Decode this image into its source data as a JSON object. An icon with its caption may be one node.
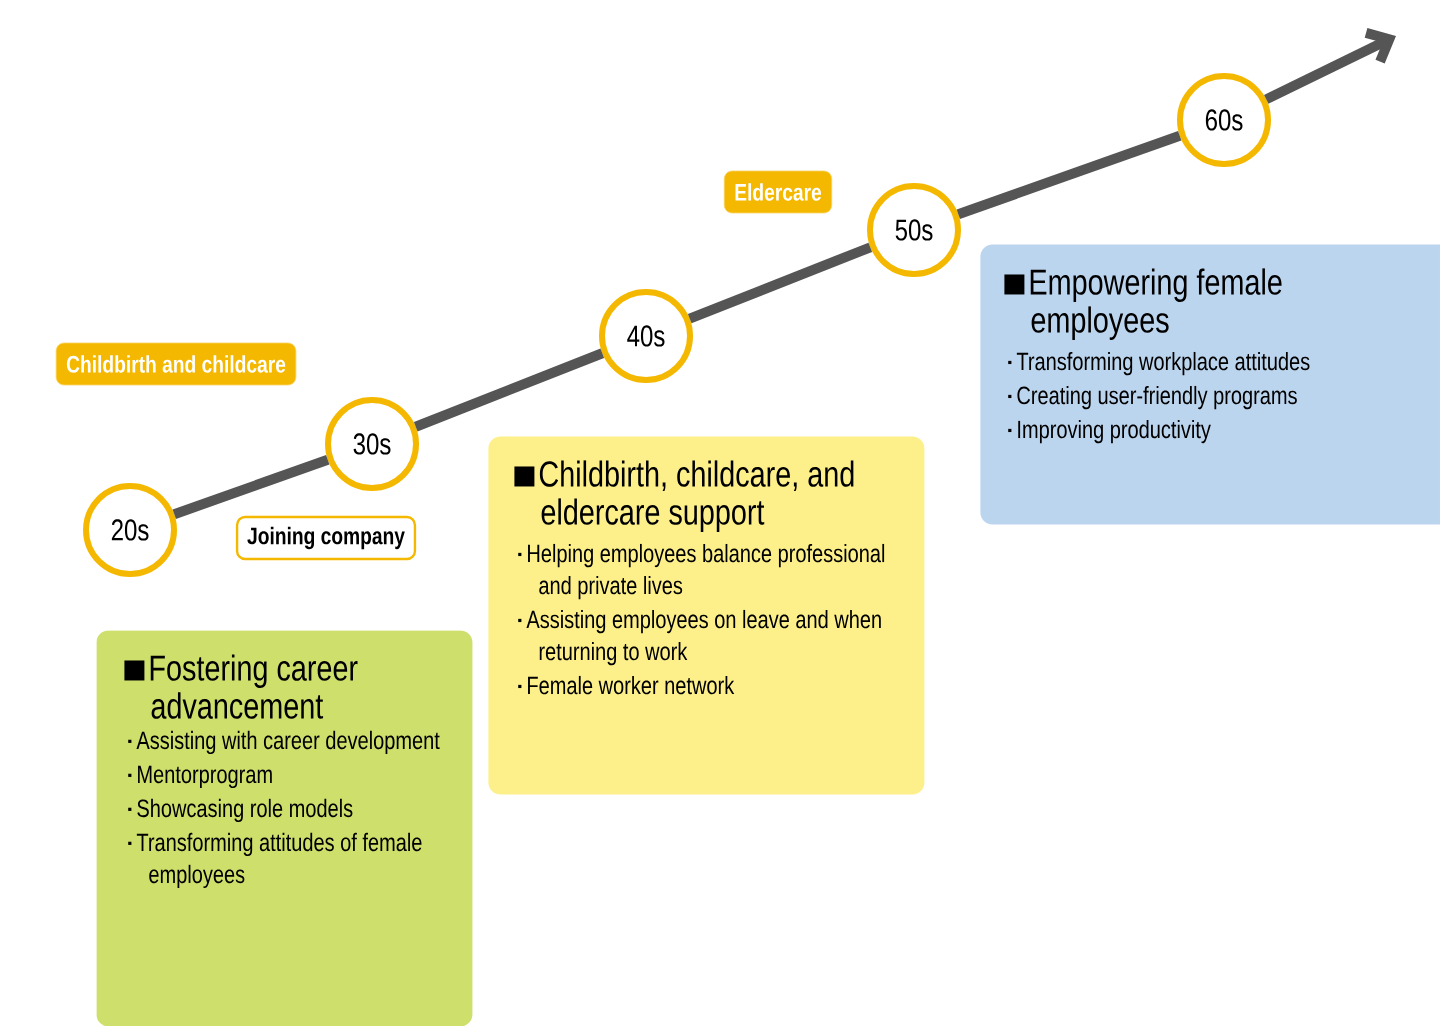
{
  "diagram": {
    "nodes": [
      {
        "text": [
          "20s"
        ]
      },
      {
        "text": [
          "30s"
        ]
      },
      {
        "text": [
          "40s"
        ]
      },
      {
        "text": [
          "50s"
        ]
      },
      {
        "text": [
          "60s"
        ]
      },
      {
        "text": [
          "Childbirth and childcare"
        ]
      },
      {
        "text": [
          "Joining company"
        ]
      },
      {
        "text": [
          "Eldercare"
        ]
      },
      {
        "text": [
          "Fostering career advancement",
          "Assisting with career development",
          "Mentorprogram",
          "Showcasing role models",
          "Transforming attitudes of female employees"
        ]
      },
      {
        "text": [
          "Childbirth, childcare, and eldercare support",
          "Helping employees balance professional and private lives",
          "Assisting employees on leave and when returning to work",
          "Female worker network"
        ]
      },
      {
        "text": [
          "Empowering female employees",
          "Transforming workplace attitudes",
          "Creating user-friendly programs",
          "Improving productivity"
        ]
      }
    ],
    "edges": [
      {
        "from": 0,
        "to": 1,
        "arrow": "none"
      },
      {
        "from": 1,
        "to": 2,
        "arrow": "none"
      },
      {
        "from": 2,
        "to": 3,
        "arrow": "none"
      },
      {
        "from": 3,
        "to": 4,
        "arrow": "none"
      },
      {
        "from": 4,
        "to": null,
        "arrow": "to"
      }
    ]
  }
}
